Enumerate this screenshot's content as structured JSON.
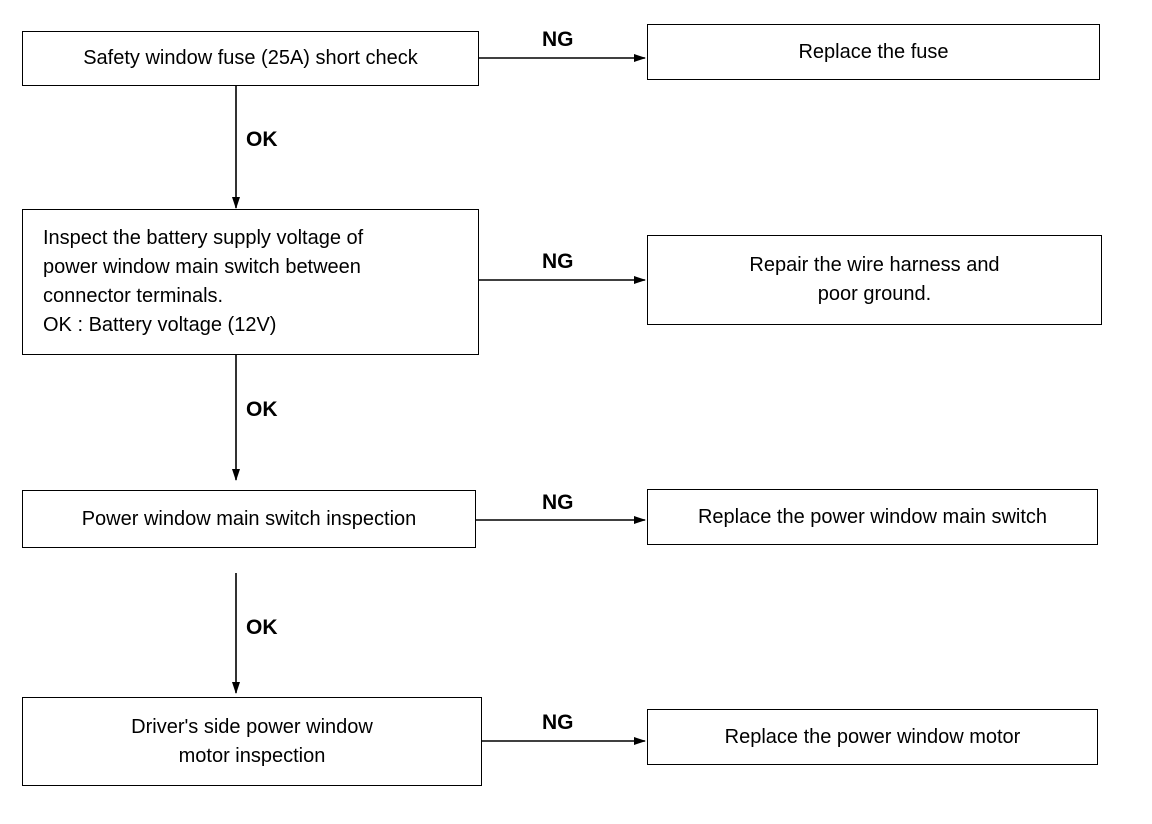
{
  "steps": [
    {
      "check": "Safety window fuse (25A) short check",
      "ng_label": "NG",
      "ng_action": "Replace the fuse",
      "ok_label": "OK"
    },
    {
      "check": "Inspect the battery supply voltage of\npower window main switch between\nconnector terminals.\nOK : Battery voltage (12V)",
      "ng_label": "NG",
      "ng_action": "Repair the wire harness and\npoor ground.",
      "ok_label": "OK"
    },
    {
      "check": "Power window main switch inspection",
      "ng_label": "NG",
      "ng_action": "Replace the power window main switch",
      "ok_label": "OK"
    },
    {
      "check": "Driver's side power window\nmotor  inspection",
      "ng_label": "NG",
      "ng_action": "Replace the power window motor"
    }
  ]
}
